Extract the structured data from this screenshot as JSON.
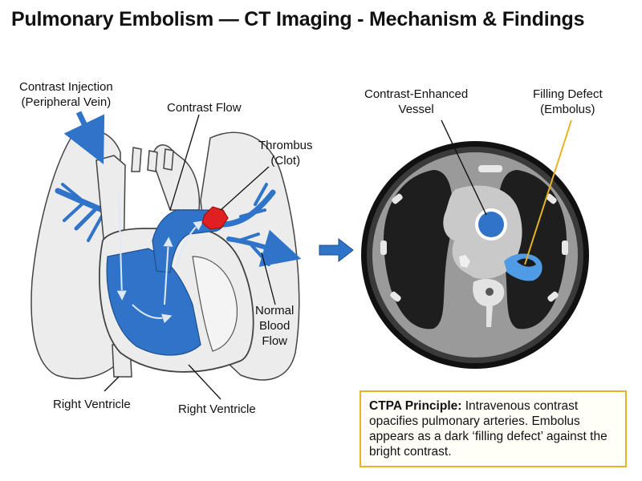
{
  "title": "Pulmonary Embolism — CT Imaging - Mechanism & Findings",
  "heart_panel": {
    "contrast_injection": [
      "Contrast Injection",
      "(Peripheral Vein)"
    ],
    "contrast_flow": "Contrast Flow",
    "thrombus": [
      "Thrombus",
      "(Clot)"
    ],
    "normal_flow": [
      "Normal",
      "Blood",
      "Flow"
    ],
    "ventricle_left_label": "Right Ventricle",
    "ventricle_right_label": "Right Ventricle"
  },
  "ct_panel": {
    "vessel_label": [
      "Contrast-Enhanced",
      "Vessel"
    ],
    "defect_label": [
      "Filling Defect",
      "(Embolus)"
    ]
  },
  "note": {
    "heading": "CTPA Principle:",
    "text": "Intravenous contrast opacifies pulmonary arteries. Embolus appears as a dark ‘filling defect’ against the bright contrast."
  },
  "colors": {
    "contrast_blue": "#2f74c8",
    "light_blue": "#4f9be6",
    "thrombus_red": "#e02020",
    "note_border": "#e6b422",
    "lung_gray": "#e9e9e9",
    "ct_dark": "#3a3a3a"
  }
}
